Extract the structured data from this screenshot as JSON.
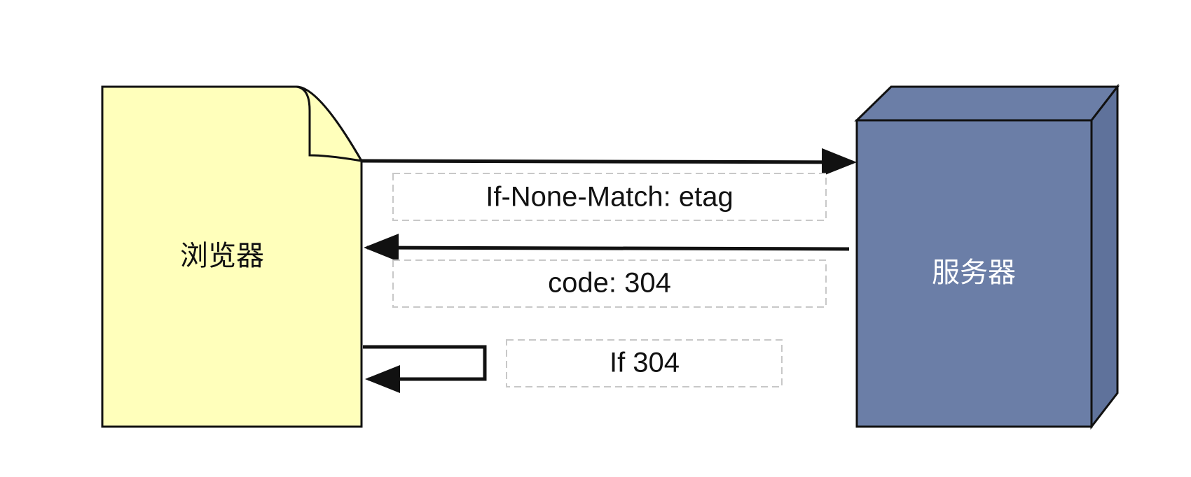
{
  "nodes": {
    "browser": {
      "label": "浏览器",
      "fill": "#ffffbb",
      "text_color": "#111111"
    },
    "server": {
      "label": "服务器",
      "fill": "#6b7ea7",
      "side_fill": "#5f729b",
      "text_color": "#ffffff"
    }
  },
  "edges": {
    "request": {
      "label": "If-None-Match: etag",
      "direction": "browser-to-server"
    },
    "response": {
      "label": "code: 304",
      "direction": "server-to-browser"
    },
    "self_loop": {
      "label": "If 304",
      "direction": "browser-to-browser"
    }
  },
  "colors": {
    "stroke": "#111111",
    "label_box_border": "#c8c8c8"
  }
}
